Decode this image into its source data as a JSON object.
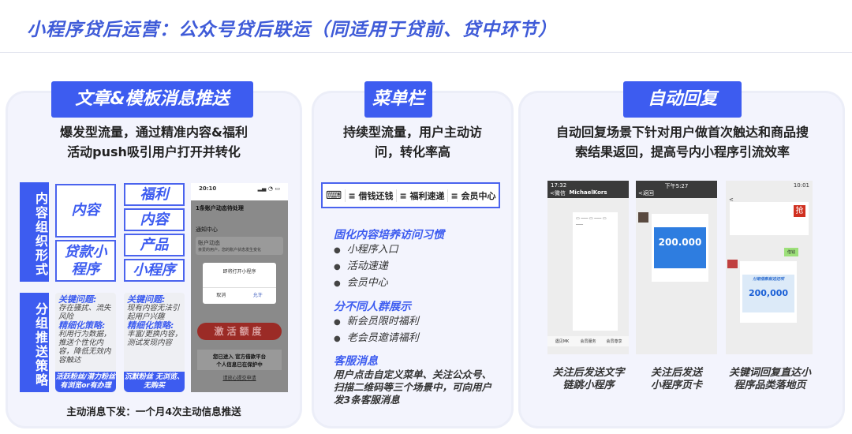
{
  "title": "小程序贷后运营：公众号贷后联运（同适用于贷前、贷中环节）",
  "panels": {
    "article": {
      "tag": "文章&模板消息推送",
      "subtitle": [
        "爆发型流量，通过精准内容&福利",
        "活动push吸引用户打开并转化"
      ],
      "content_label": "内容组织形式",
      "content_boxes_left": [
        "内容",
        "贷款小程序"
      ],
      "content_boxes_right": [
        "福利",
        "内容",
        "产品",
        "小程序"
      ],
      "group_label": "分组推送策略",
      "cards": [
        {
          "q_title": "关键问题:",
          "q_text": "存在骚扰、流失风险",
          "s_title": "精细化策略:",
          "s_text": "利用行为数据，推送个性化内容，降低无效内容触达",
          "footer": "活跃粉丝/潜力粉丝 有浏览or有办理"
        },
        {
          "q_title": "关键问题:",
          "q_text": "现有内容无法引起用户兴趣",
          "s_title": "精细化策略:",
          "s_text": "丰富/更换内容，测试发现内容",
          "footer": "沉默粉丝 无浏览、无购买"
        }
      ],
      "phone": {
        "time": "20:10",
        "notice": "1条账户动态待处理",
        "center": "通知中心",
        "item_title": "账户动态",
        "item_text": "亲爱的用户，您的账户状态发生变化",
        "dialog_title": "即将打开小程序",
        "cancel": "取消",
        "allow": "允许",
        "cta": "激活额度",
        "platform": "您已进入 官方借款平台",
        "privacy": "个人信息已在保护中",
        "submit": "请放心提交申请"
      },
      "footer": "主动消息下发：一个月4次主动信息推送"
    },
    "menu": {
      "tag": "菜单栏",
      "subtitle": [
        "持续型流量，用户主动访",
        "问，转化率高"
      ],
      "menu_items": [
        "借钱还钱",
        "福利速递",
        "会员中心"
      ],
      "sections": [
        {
          "heading": "固化内容培养访问习惯",
          "items": [
            "小程序入口",
            "活动速递",
            "会员中心"
          ]
        },
        {
          "heading": "分不同人群展示",
          "items": [
            "新会员限时福利",
            "老会员邀请福利"
          ]
        }
      ],
      "service_heading": "客服消息",
      "service_text": "用户点击自定义菜单、关注公众号、扫描二维码等三个场景中，可向用户发3条客服消息"
    },
    "autoreply": {
      "tag": "自动回复",
      "subtitle": [
        "自动回复场景下针对用户做首次触达和商品搜",
        "索结果返回，提高号内小程序引流效率"
      ],
      "phones": [
        {
          "time": "17:32",
          "name": "MichaelKors",
          "back": "<微信",
          "amount": "",
          "tabs": [
            "遇见MK",
            "会员服务",
            "会员尊享"
          ]
        },
        {
          "time": "下午5:27",
          "name": "",
          "back": "<返回",
          "amount": "200.000",
          "tabs": []
        },
        {
          "time": "10:01",
          "name": "",
          "back": "<",
          "amount": "200,000",
          "grab": "抢",
          "banner": "分期借款就选还呗",
          "reply": "借钱",
          "tabs": []
        }
      ],
      "captions": [
        [
          "关注后发送文字",
          "链跳小程序"
        ],
        [
          "关注后发送",
          "小程序页卡"
        ],
        [
          "关键词回复直达小",
          "程序品类落地页"
        ]
      ]
    }
  },
  "colors": {
    "accent": "#3d5cf0",
    "panel_bg": "#f3f4fd",
    "cta_red": "#c0302a"
  }
}
